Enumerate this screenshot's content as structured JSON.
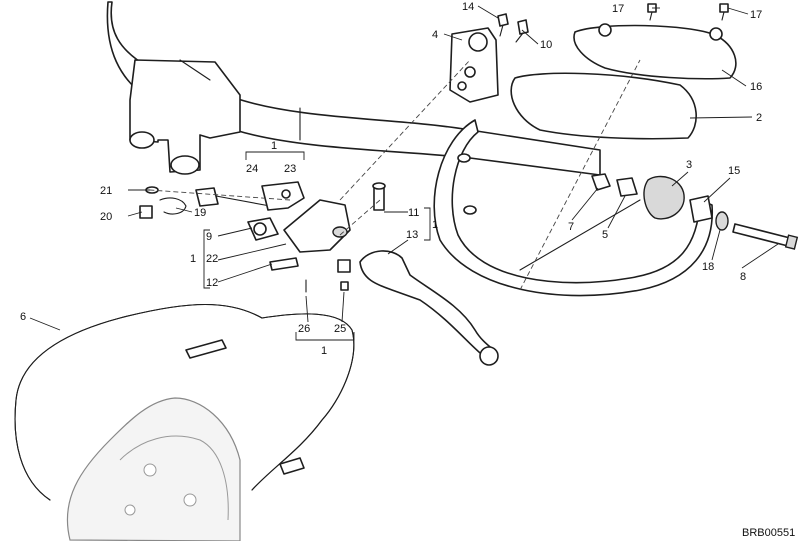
{
  "diagram": {
    "drawing_code": "BRB00551",
    "callouts": {
      "c1a": "1",
      "c1b": "1",
      "c1c": "1",
      "c1d": "1",
      "c2": "2",
      "c3": "3",
      "c4": "4",
      "c5": "5",
      "c6": "6",
      "c7": "7",
      "c8": "8",
      "c9": "9",
      "c10": "10",
      "c11": "11",
      "c12": "12",
      "c13": "13",
      "c14": "14",
      "c15": "15",
      "c16": "16",
      "c17a": "17",
      "c17b": "17",
      "c18": "18",
      "c19": "19",
      "c20": "20",
      "c21": "21",
      "c22": "22",
      "c23": "23",
      "c24": "24",
      "c25": "25",
      "c26": "26"
    }
  }
}
